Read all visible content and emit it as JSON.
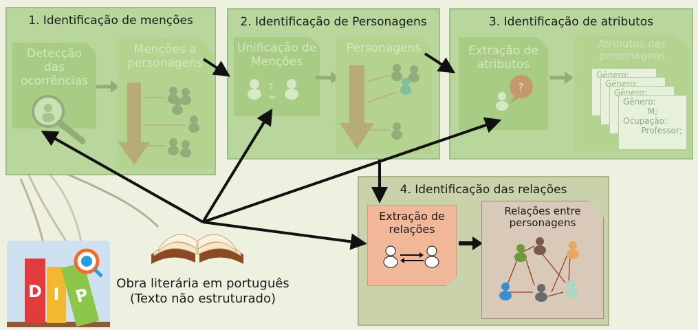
{
  "panels": {
    "p1": {
      "title": "1.   Identificação de menções",
      "card_a": "Detecção das ocorrências",
      "card_b": "Menções a personagens"
    },
    "p2": {
      "title": "2. Identificação de Personagens",
      "card_a": "Unificação de Menções",
      "card_b": "Personagens"
    },
    "p3": {
      "title": "3. Identificação de atributos",
      "card_a": "Extração de atributos",
      "card_b": "Atributos das personagens",
      "attr_lines": [
        "Gênero:",
        "Gênero:",
        "Gênero:",
        "Gênero:",
        "M;",
        "Ocupação:",
        "Professor;"
      ]
    },
    "p4": {
      "title": "4. Identificação das relações",
      "card_a": "Extração de relações",
      "card_b": "Relações entre personagens"
    }
  },
  "source": {
    "line1": "Obra literária em português",
    "line2": "(Texto não estruturado)"
  },
  "logo": {
    "letters": [
      "D",
      "I",
      "P"
    ]
  },
  "colors": {
    "panel_green": "#b9d79c",
    "panel_olive": "#c9d2aa",
    "extract_box": "#f0b798",
    "relations_box": "#d8c9b9"
  }
}
